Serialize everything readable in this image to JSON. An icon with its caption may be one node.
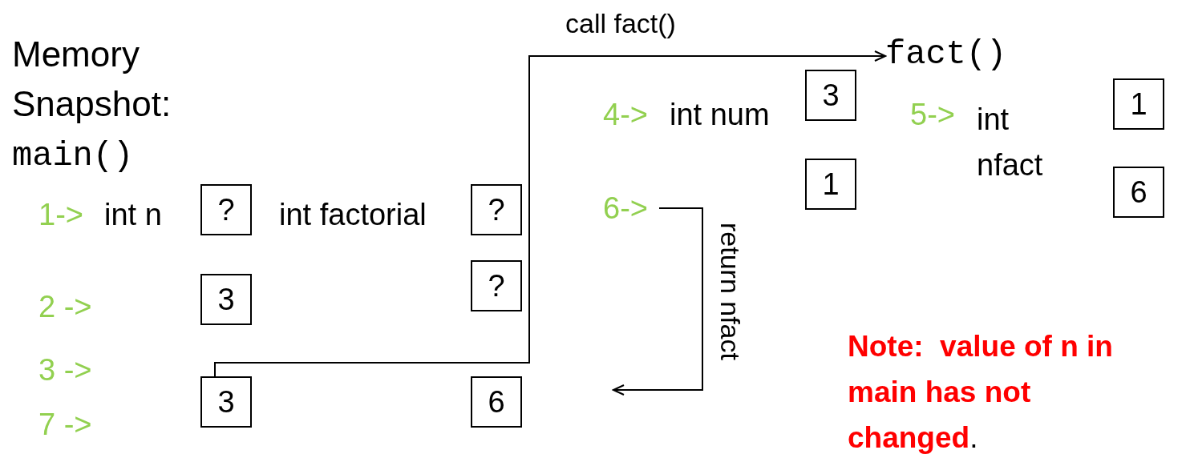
{
  "diagram": {
    "nodes": [
      {
        "text": [
          "?"
        ]
      },
      {
        "text": [
          "?"
        ]
      },
      {
        "text": [
          "?"
        ]
      },
      {
        "text": [
          "3"
        ]
      },
      {
        "text": [
          "3"
        ]
      },
      {
        "text": [
          "6"
        ]
      },
      {
        "text": [
          "fact()"
        ]
      },
      {
        "text": [
          "3"
        ]
      },
      {
        "text": [
          "1"
        ]
      },
      {
        "text": [
          "6->"
        ]
      },
      {
        "text": [
          "1"
        ]
      },
      {
        "text": [
          "6"
        ]
      }
    ],
    "edges": [
      {
        "from": 4,
        "to": 6,
        "arrow": "to",
        "label": "call fact()"
      },
      {
        "from": 9,
        "to": null,
        "arrow": "to",
        "label": "return nfact"
      }
    ],
    "labels": [
      "Memory Snapshot:",
      "main()",
      "4->",
      "int num",
      "5->",
      "int nfact",
      "1->",
      "int n",
      "int factorial",
      "2 ->",
      "3 ->",
      "7 ->",
      "**Note:  value of n in main has not changed**."
    ]
  }
}
